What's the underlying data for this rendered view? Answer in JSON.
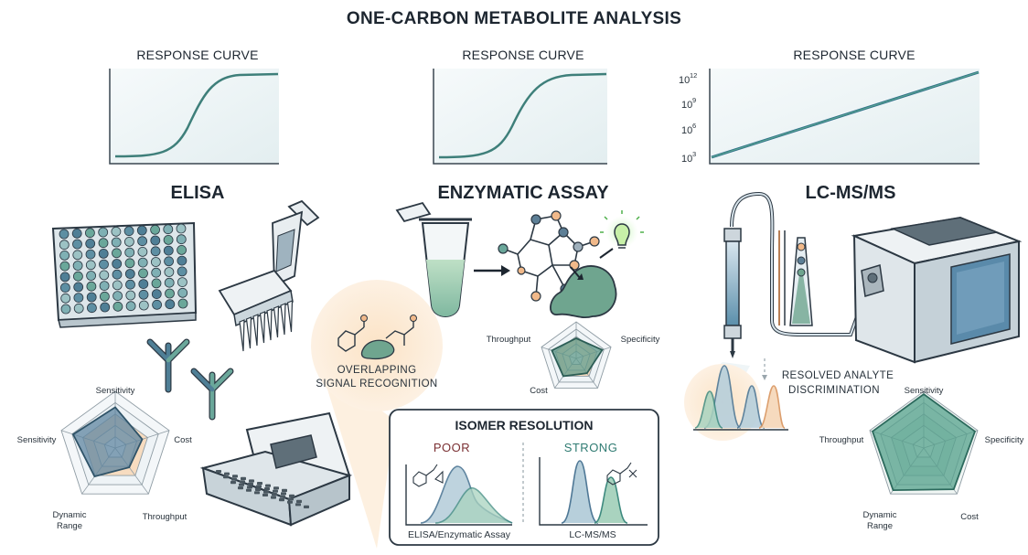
{
  "title": "ONE-CARBON METABOLITE ANALYSIS",
  "response_curve_label": "RESPONSE CURVE",
  "sections": {
    "elisa": "ELISA",
    "enzymatic": "ENZYMATIC ASSAY",
    "lcms": "LC-MS/MS"
  },
  "lcms_axis_ticks": [
    {
      "base": "10",
      "exp": "12"
    },
    {
      "base": "10",
      "exp": "9"
    },
    {
      "base": "10",
      "exp": "6"
    },
    {
      "base": "10",
      "exp": "3"
    }
  ],
  "radar_elisa": {
    "labels": [
      "Sensitivity",
      "Cost",
      "Throughput",
      "Dynamic",
      "Range",
      "Sensitivity"
    ]
  },
  "radar_enzymatic": {
    "labels": [
      "Throughput",
      "Specificity",
      "Cost"
    ]
  },
  "radar_lcms": {
    "labels": [
      "Sensitivity",
      "Specificity",
      "Cost",
      "Dynamic",
      "Range",
      "Throughput"
    ]
  },
  "callouts": {
    "overlap_line1": "OVERLAPPING",
    "overlap_line2": "SIGNAL RECOGNITION",
    "resolved_line1": "RESOLVED ANALYTE",
    "resolved_line2": "DISCRIMINATION"
  },
  "isomer": {
    "title": "ISOMER RESOLUTION",
    "poor": "POOR",
    "strong": "STRONG",
    "poor_caption": "ELISA/Enzymatic Assay",
    "strong_caption": "LC-MS/MS"
  },
  "colors": {
    "teal": "#3e8a7f",
    "blue": "#4f7896",
    "orange": "#f4c89c",
    "dark": "#1d2630"
  }
}
